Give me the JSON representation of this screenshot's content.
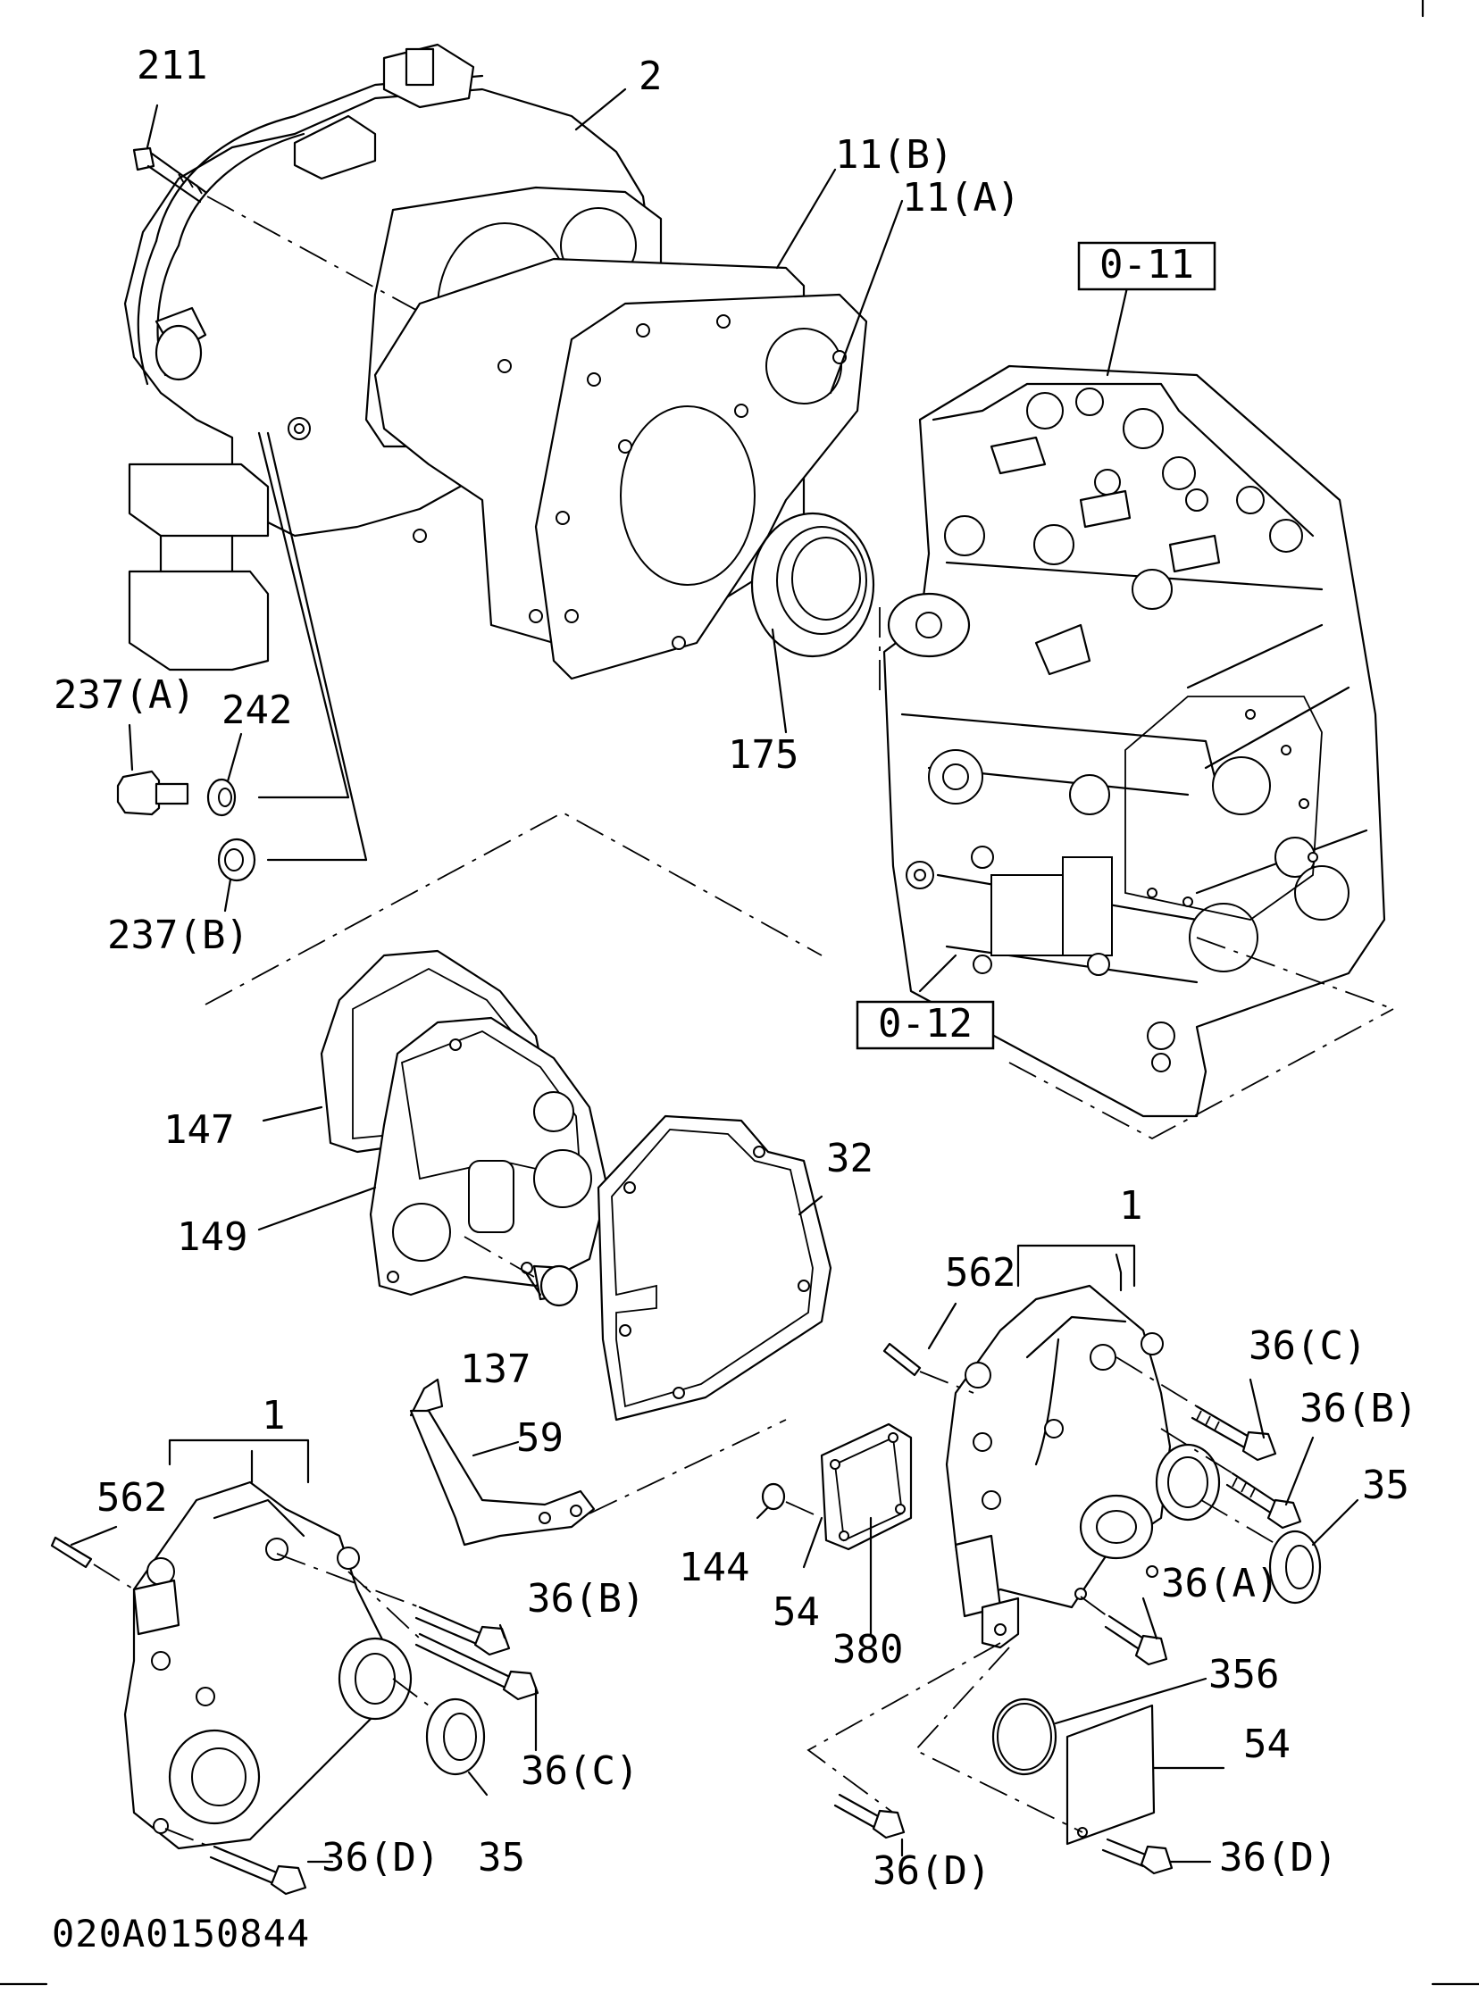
{
  "drawing_code": "020A0150844",
  "reference_boxes": [
    "0-11",
    "0-12"
  ],
  "callouts": {
    "c211": "211",
    "c2": "2",
    "c11b": "11(B)",
    "c11a": "11(A)",
    "c237a": "237(A)",
    "c242": "242",
    "c175": "175",
    "c237b": "237(B)",
    "c147": "147",
    "c149": "149",
    "c32": "32",
    "c1_right": "1",
    "c562_right": "562",
    "c36c_right": "36(C)",
    "c36b_right": "36(B)",
    "c35_right": "35",
    "c137": "137",
    "c59": "59",
    "c1_left": "1",
    "c562_left": "562",
    "c36b_left": "36(B)",
    "c144": "144",
    "c54_mid": "54",
    "c380": "380",
    "c36a": "36(A)",
    "c356": "356",
    "c54_right": "54",
    "c36c_left": "36(C)",
    "c35_left": "35",
    "c36d_left": "36(D)",
    "c36d_mid": "36(D)",
    "c36d_right": "36(D)"
  }
}
